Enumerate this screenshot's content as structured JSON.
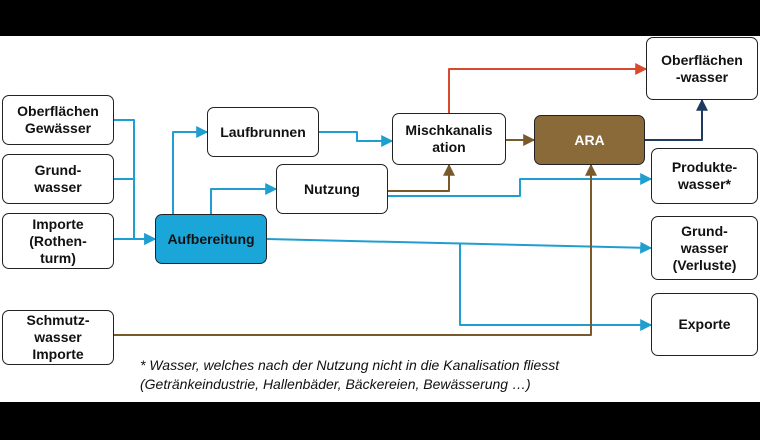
{
  "colors": {
    "water": "#1f9fcf",
    "sewage": "#7a5a2c",
    "overflow": "#d84a2e",
    "discharge": "#1f3a5f",
    "treatment_fill": "#1aa6d9",
    "plant_fill": "#8a6a38"
  },
  "nodes": {
    "oberflaechen_gewaesser": "Oberflächen\nGewässer",
    "grundwasser_quelle": "Grund-\nwasser",
    "importe": "Importe\n(Rothen-\nturm)",
    "schmutzwasser_importe": "Schmutz-\nwasser\nImporte",
    "aufbereitung": "Aufbereitung",
    "laufbrunnen": "Laufbrunnen",
    "nutzung": "Nutzung",
    "mischkanalisation": "Mischkanalis\nation",
    "ara": "ARA",
    "oberflaechenwasser": "Oberflächen\n-wasser",
    "produktewasser": "Produkte-\nwasser*",
    "grundwasser_verluste": "Grund-\nwasser\n(Verluste)",
    "exporte": "Exporte"
  },
  "footnote": {
    "line1": "* Wasser, welches nach der Nutzung nicht in die Kanalisation fliesst",
    "line2": "(Getränkeindustrie, Hallenbäder, Bäckereien, Bewässerung …)"
  }
}
